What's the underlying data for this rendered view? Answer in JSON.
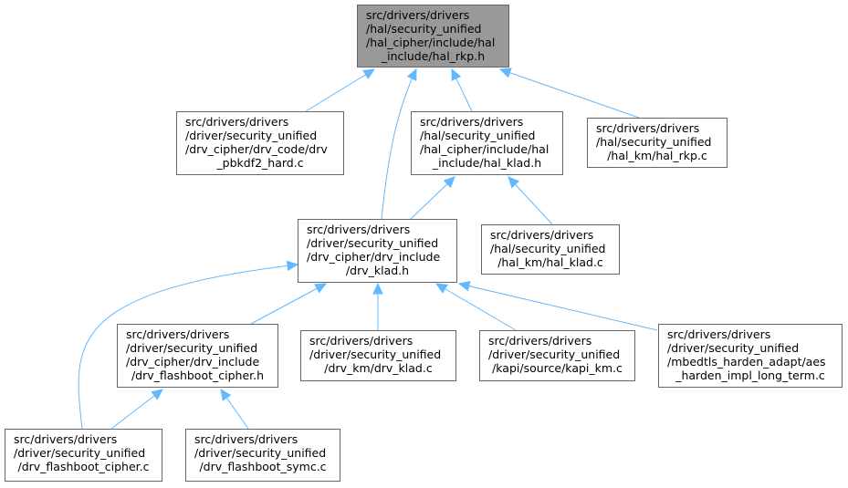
{
  "graph": {
    "edge_color": "#63b8ff",
    "root_fill": "#999999",
    "nodes": [
      {
        "id": "hal_rkp_h",
        "lines": [
          "src/drivers/drivers",
          "/hal/security_unified",
          "/hal_cipher/include/hal",
          "_include/hal_rkp.h"
        ]
      },
      {
        "id": "drv_pbkdf2_hard_c",
        "lines": [
          "src/drivers/drivers",
          "/driver/security_unified",
          "/drv_cipher/drv_code/drv",
          "_pbkdf2_hard.c"
        ]
      },
      {
        "id": "hal_klad_h",
        "lines": [
          "src/drivers/drivers",
          "/hal/security_unified",
          "/hal_cipher/include/hal",
          "_include/hal_klad.h"
        ]
      },
      {
        "id": "hal_rkp_c",
        "lines": [
          "src/drivers/drivers",
          "/hal/security_unified",
          "/hal_km/hal_rkp.c"
        ]
      },
      {
        "id": "drv_klad_h",
        "lines": [
          "src/drivers/drivers",
          "/driver/security_unified",
          "/drv_cipher/drv_include",
          "/drv_klad.h"
        ]
      },
      {
        "id": "hal_klad_c",
        "lines": [
          "src/drivers/drivers",
          "/hal/security_unified",
          "/hal_km/hal_klad.c"
        ]
      },
      {
        "id": "drv_flashboot_cipher_h",
        "lines": [
          "src/drivers/drivers",
          "/driver/security_unified",
          "/drv_cipher/drv_include",
          "/drv_flashboot_cipher.h"
        ]
      },
      {
        "id": "drv_klad_c",
        "lines": [
          "src/drivers/drivers",
          "/driver/security_unified",
          "/drv_km/drv_klad.c"
        ]
      },
      {
        "id": "kapi_km_c",
        "lines": [
          "src/drivers/drivers",
          "/driver/security_unified",
          "/kapi/source/kapi_km.c"
        ]
      },
      {
        "id": "aes_harden_impl_long_term_c",
        "lines": [
          "src/drivers/drivers",
          "/driver/security_unified",
          "/mbedtls_harden_adapt/aes",
          "_harden_impl_long_term.c"
        ]
      },
      {
        "id": "drv_flashboot_cipher_c",
        "lines": [
          "src/drivers/drivers",
          "/driver/security_unified",
          "/drv_flashboot_cipher.c"
        ]
      },
      {
        "id": "drv_flashboot_symc_c",
        "lines": [
          "src/drivers/drivers",
          "/driver/security_unified",
          "/drv_flashboot_symc.c"
        ]
      }
    ],
    "edges": [
      {
        "from": "drv_pbkdf2_hard_c",
        "to": "hal_rkp_h"
      },
      {
        "from": "drv_klad_h",
        "to": "hal_rkp_h"
      },
      {
        "from": "hal_klad_h",
        "to": "hal_rkp_h"
      },
      {
        "from": "hal_rkp_c",
        "to": "hal_rkp_h"
      },
      {
        "from": "drv_klad_h",
        "to": "hal_klad_h"
      },
      {
        "from": "hal_klad_c",
        "to": "hal_klad_h"
      },
      {
        "from": "drv_flashboot_cipher_h",
        "to": "drv_klad_h"
      },
      {
        "from": "drv_klad_c",
        "to": "drv_klad_h"
      },
      {
        "from": "kapi_km_c",
        "to": "drv_klad_h"
      },
      {
        "from": "aes_harden_impl_long_term_c",
        "to": "drv_klad_h"
      },
      {
        "from": "drv_flashboot_cipher_c",
        "to": "drv_klad_h"
      },
      {
        "from": "drv_flashboot_cipher_c",
        "to": "drv_flashboot_cipher_h"
      },
      {
        "from": "drv_flashboot_symc_c",
        "to": "drv_flashboot_cipher_h"
      }
    ]
  }
}
